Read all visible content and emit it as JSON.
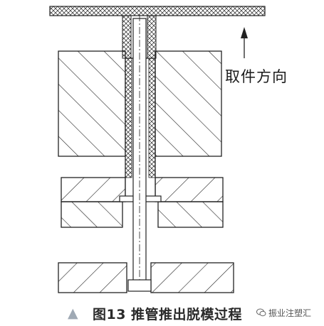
{
  "diagram": {
    "direction_label": "取件方向",
    "caption_marker": "▲",
    "caption": "图13 推管推出脱模过程",
    "watermark": "振业注塑汇"
  },
  "colors": {
    "line": "#222222",
    "caption_marker": "#9fa9b4",
    "background": "#ffffff"
  }
}
